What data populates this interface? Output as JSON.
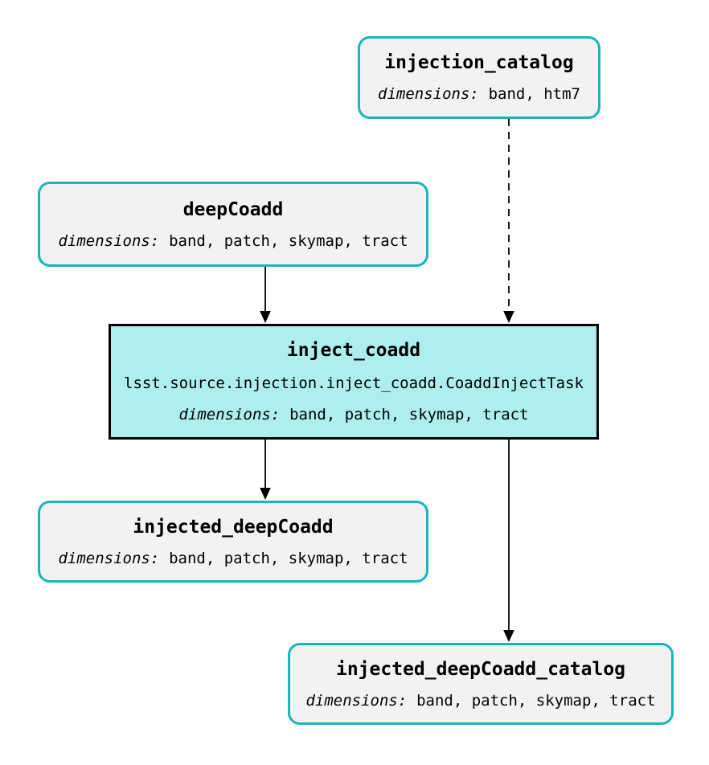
{
  "nodes": {
    "injection_catalog": {
      "type": "dataset",
      "title": "injection_catalog",
      "dimensions_label": "dimensions:",
      "dimensions": "band, htm7"
    },
    "deepCoadd": {
      "type": "dataset",
      "title": "deepCoadd",
      "dimensions_label": "dimensions:",
      "dimensions": "band, patch, skymap, tract"
    },
    "inject_coadd": {
      "type": "task",
      "title": "inject_coadd",
      "task_class": "lsst.source.injection.inject_coadd.CoaddInjectTask",
      "dimensions_label": "dimensions:",
      "dimensions": "band, patch, skymap, tract"
    },
    "injected_deepCoadd": {
      "type": "dataset",
      "title": "injected_deepCoadd",
      "dimensions_label": "dimensions:",
      "dimensions": "band, patch, skymap, tract"
    },
    "injected_deepCoadd_catalog": {
      "type": "dataset",
      "title": "injected_deepCoadd_catalog",
      "dimensions_label": "dimensions:",
      "dimensions": "band, patch, skymap, tract"
    }
  },
  "edges": [
    {
      "from": "injection_catalog",
      "to": "inject_coadd",
      "style": "dashed"
    },
    {
      "from": "deepCoadd",
      "to": "inject_coadd",
      "style": "solid"
    },
    {
      "from": "inject_coadd",
      "to": "injected_deepCoadd",
      "style": "solid"
    },
    {
      "from": "inject_coadd",
      "to": "injected_deepCoadd_catalog",
      "style": "solid"
    }
  ],
  "colors": {
    "background": "#ffffff",
    "text": "#000000",
    "dataset_border": "#17b6bc",
    "dataset_fill": "#f2f2f2",
    "task_border": "#000000",
    "task_fill": "#aeeeee",
    "edge": "#000000"
  }
}
